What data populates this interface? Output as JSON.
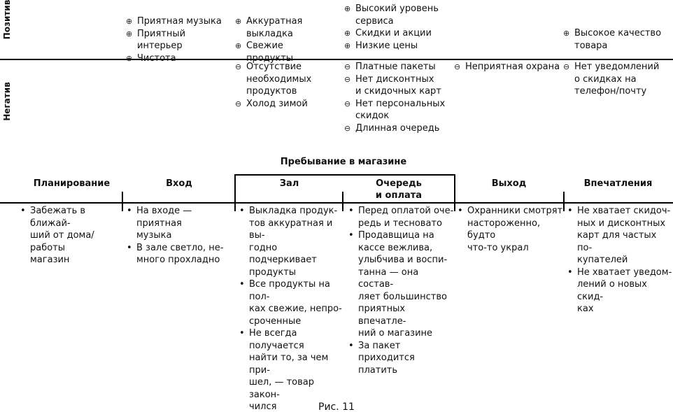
{
  "rows": {
    "positive_label": "Позитив",
    "negative_label": "Негатив"
  },
  "positive": {
    "col2": [
      "Приятная музыка",
      "Приятный интерьер",
      "Чистота"
    ],
    "col3": [
      "Аккуратная выкладка",
      "Свежие\nпродукты"
    ],
    "col4": [
      "Высокий уровень\nсервиса",
      "Скидки и акции",
      "Низкие цены"
    ],
    "col6": [
      "Высокое качество\nтовара"
    ]
  },
  "negative": {
    "col3": [
      "Отсутствие\nнеобходимых\nпродуктов",
      "Холод зимой"
    ],
    "col4": [
      "Платные пакеты",
      "Нет дисконтных\nи скидочных карт",
      "Нет персональных\nскидок",
      "Длинная очередь"
    ],
    "col5": [
      "Неприятная охрана"
    ],
    "col6": [
      "Нет уведомлений\nо скидках на\nтелефон/почту"
    ]
  },
  "section_title": "Пребывание в магазине",
  "stages": {
    "planning": "Планирование",
    "entrance": "Вход",
    "hall": "Зал",
    "queue": "Очередь\nи оплата",
    "exit": "Выход",
    "impressions": "Впечатления"
  },
  "details": {
    "planning": [
      "Забежать в ближай-\nший от дома/работы\nмагазин"
    ],
    "entrance": [
      "На входе — приятная\nмузыка",
      "В зале светло, не-\nмного прохладно"
    ],
    "hall": [
      "Выкладка продук-\nтов аккуратная и вы-\nгодно подчеркивает\nпродукты",
      "Все продукты на пол-\nках свежие, непро-\nсроченные",
      "Не всегда получается\nнайти то, за чем при-\nшел, — товар закон-\nчился"
    ],
    "queue": [
      "Перед оплатой оче-\nредь и тесновато",
      "Продавщица на\nкассе вежлива,\nулыбчива и воспи-\nтанна — она состав-\nляет большинство\nприятных впечатле-\nний о магазине",
      "За пакет приходится\nплатить"
    ],
    "exit": [
      "Охранники смотрят\nнастороженно, будто\nчто-то украл"
    ],
    "impressions": [
      "Не хватает скидоч-\nных и дисконтных\nкарт для частых по-\nкупателей",
      "Не хватает уведом-\nлений о новых скид-\nках"
    ]
  },
  "marks": {
    "plus": "⊕",
    "minus": "⊖",
    "bullet": "•"
  },
  "caption": "Рис. 11"
}
